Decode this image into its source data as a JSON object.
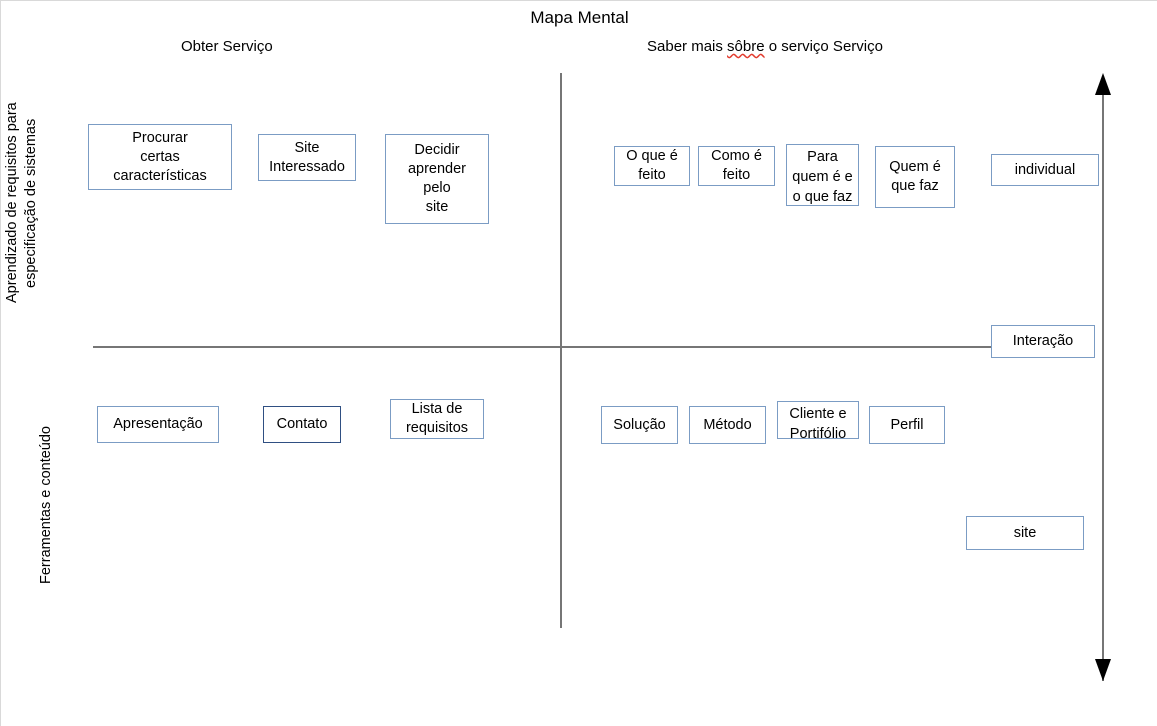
{
  "title": "Mapa Mental",
  "columns": {
    "left_header": "Obter Serviço",
    "right_header_part1": "Saber mais ",
    "right_header_misspelled": "sôbre",
    "right_header_part2": " o serviço Serviço"
  },
  "axes": {
    "top_label": "Aprendizado de requisitos para\nespecificação de sistemas",
    "bottom_label": "Ferramentas e conteúdo",
    "vertical_arrow": "double-ended-vertical-arrow"
  },
  "colors": {
    "box_border": "#7b9cc4",
    "box_border_dark": "#2f4f82",
    "line": "#767676",
    "arrow": "#000000",
    "spellcheck": "#e23b2e",
    "background": "#ffffff"
  },
  "quadrants": {
    "top_left": {
      "nodes": [
        {
          "label": "Procurar\ncertas\ncaracterísticas"
        },
        {
          "label": "Site\nInteressado"
        },
        {
          "label": "Decidir\naprender\npelo\nsite"
        }
      ]
    },
    "top_right": {
      "nodes": [
        {
          "label": "O que é\nfeito"
        },
        {
          "label": "Como é\nfeito"
        },
        {
          "label": "Para\nquem é e\no que faz"
        },
        {
          "label": "Quem é\nque faz"
        },
        {
          "label": "individual"
        }
      ]
    },
    "bottom_left": {
      "nodes": [
        {
          "label": "Apresentação"
        },
        {
          "label": "Contato"
        },
        {
          "label": "Lista de\nrequisitos"
        }
      ]
    },
    "bottom_right": {
      "nodes": [
        {
          "label": "Solução"
        },
        {
          "label": "Método"
        },
        {
          "label": "Cliente e\nPortifólio"
        },
        {
          "label": "Perfil"
        },
        {
          "label": "site"
        }
      ]
    },
    "axis_nodes": [
      {
        "label": "Interação"
      }
    ]
  }
}
